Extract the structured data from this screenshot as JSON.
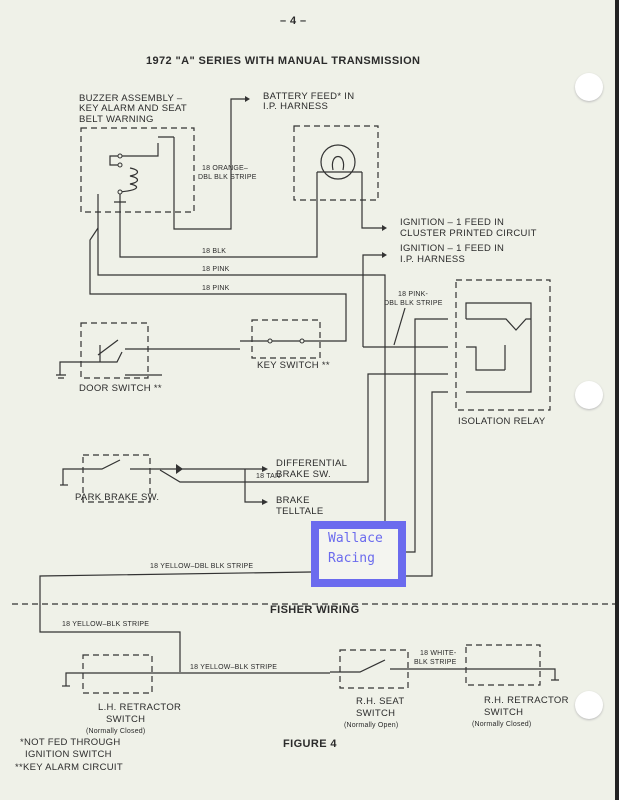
{
  "page_number": "– 4 –",
  "title": "1972 \"A\" SERIES WITH MANUAL TRANSMISSION",
  "components": {
    "buzzer": [
      "BUZZER ASSEMBLY –",
      "KEY ALARM AND SEAT",
      "BELT WARNING"
    ],
    "battery_feed": [
      "BATTERY FEED* IN",
      "I.P. HARNESS"
    ],
    "ign_cluster": [
      "IGNITION – 1 FEED IN",
      "CLUSTER PRINTED CIRCUIT"
    ],
    "ign_ip": [
      "IGNITION – 1 FEED IN",
      "I.P. HARNESS"
    ],
    "door_switch": "DOOR SWITCH  **",
    "key_switch": "KEY SWITCH  **",
    "isolation_relay": "ISOLATION RELAY",
    "park_brake": "PARK BRAKE SW.",
    "diff_brake": [
      "DIFFERENTIAL",
      "BRAKE SW."
    ],
    "brake_telltale": [
      "BRAKE",
      "TELLTALE"
    ],
    "lh_retractor": [
      "L.H. RETRACTOR",
      "SWITCH",
      "(Normally Closed)"
    ],
    "rh_seat": [
      "R.H. SEAT",
      "SWITCH",
      "(Normally Open)"
    ],
    "rh_retractor": [
      "R.H. RETRACTOR",
      "SWITCH",
      "(Normally Closed)"
    ]
  },
  "wires": {
    "orange": [
      "18 ORANGE–",
      "DBL BLK STRIPE"
    ],
    "blk": "18 BLK",
    "pink1": "18 PINK",
    "pink2": "18 PINK",
    "pink_dbl": [
      "18 PINK-",
      "DBL BLK STRIPE"
    ],
    "tan": "18 TAN",
    "yellow_dbl": "18 YELLOW–DBL BLK STRIPE",
    "yellow_blk1": "18 YELLOW–BLK STRIPE",
    "yellow_blk2": "18 YELLOW–BLK STRIPE",
    "white_blk": [
      "18 WHITE-",
      "BLK STRIPE"
    ]
  },
  "fisher_wiring": "FISHER WIRING",
  "figure_caption": "FIGURE 4",
  "footnotes": [
    "*NOT FED THROUGH",
    "IGNITION SWITCH",
    "**KEY ALARM CIRCUIT"
  ],
  "watermark": [
    "Wallace",
    "Racing"
  ]
}
